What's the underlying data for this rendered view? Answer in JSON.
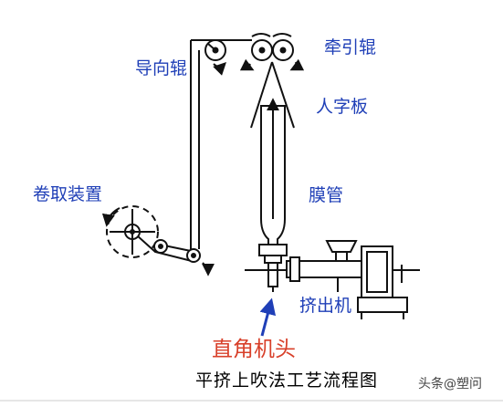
{
  "labels": {
    "guide_roller": "导向辊",
    "pull_roller": "牵引辊",
    "herringbone_board": "人字板",
    "winding_device": "卷取装置",
    "film_tube": "膜管",
    "extruder": "挤出机",
    "right_angle_head": "直角机头"
  },
  "caption": "平挤上吹法工艺流程图",
  "watermark": "头条@塑问",
  "colors": {
    "line": "#111111",
    "label_blue": "#1f3fb7",
    "label_red": "#d8402a",
    "arrow_blue": "#1f3fb7"
  }
}
